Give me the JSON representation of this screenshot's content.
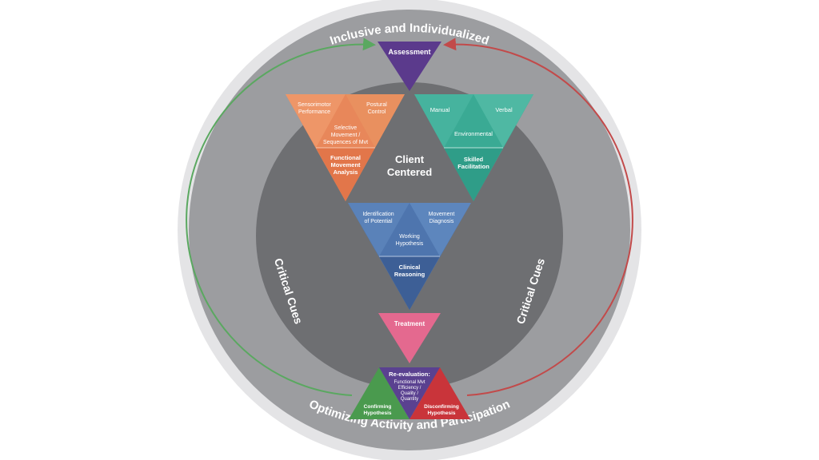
{
  "ring": {
    "top_label": "Inclusive and Individualized",
    "bottom_label": "Optimizing Activity and Participation",
    "left_label": "Critical Cues",
    "right_label": "Critical Cues"
  },
  "center_label_1": "Client",
  "center_label_2": "Centered",
  "assessment": {
    "label": "Assessment"
  },
  "fma": {
    "sensorimotor_1": "Sensorimotor",
    "sensorimotor_2": "Performance",
    "postural_1": "Postural",
    "postural_2": "Control",
    "selective_1": "Selective",
    "selective_2": "Movement /",
    "selective_3": "Sequences of Mvt",
    "title_1": "Functional",
    "title_2": "Movement",
    "title_3": "Analysis"
  },
  "skilled": {
    "manual": "Manual",
    "verbal": "Verbal",
    "environmental": "Environmental",
    "title_1": "Skilled",
    "title_2": "Facilitation"
  },
  "clinical": {
    "identification_1": "Identification",
    "identification_2": "of Potential",
    "movement_1": "Movement",
    "movement_2": "Diagnosis",
    "working_1": "Working",
    "working_2": "Hypothesis",
    "title_1": "Clinical",
    "title_2": "Reasoning"
  },
  "treatment": {
    "label": "Treatment"
  },
  "reevaluation": {
    "title": "Re-evaluation:",
    "line_1": "Functional Mvt",
    "line_2": "Efficiency /",
    "line_3": "Quality /",
    "line_4": "Quantity"
  },
  "confirming": {
    "line_1": "Confirming",
    "line_2": "Hypothesis"
  },
  "disconfirming": {
    "line_1": "Disconfirming",
    "line_2": "Hypothesis"
  },
  "colors": {
    "outer_ring": "#9c9da0",
    "inner_disc": "#6e6f72",
    "assessment": "#5b3a8c",
    "fma": "#e8875a",
    "skilled": "#3aaa94",
    "clinical": "#4e75ae",
    "treatment": "#e4698f",
    "reevaluation": "#5a4190",
    "confirming": "#4a9a4e",
    "disconfirming": "#c9343a",
    "arrow_green": "#5aa860",
    "arrow_red": "#c24a4a"
  }
}
